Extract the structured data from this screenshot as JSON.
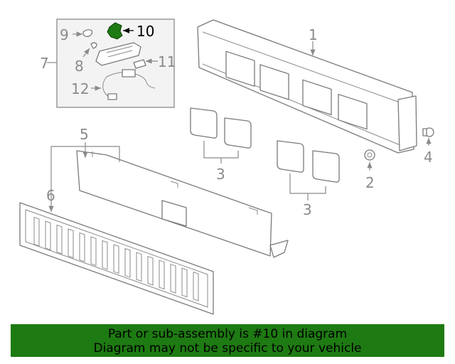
{
  "callouts": {
    "c1": "1",
    "c2": "2",
    "c3a": "3",
    "c3b": "3",
    "c4": "4",
    "c5": "5",
    "c6": "6",
    "c7": "7",
    "c8": "8",
    "c9": "9",
    "c10": "10",
    "c11": "11",
    "c12": "12"
  },
  "highlighted_part": "10",
  "colors": {
    "highlight": "#1e7a12",
    "banner": "#1e7a12",
    "lines": "#7a7a7a"
  },
  "banner": {
    "line1": "Part or sub-assembly is #10 in diagram",
    "line2": "Diagram may not be specific to your vehicle"
  }
}
